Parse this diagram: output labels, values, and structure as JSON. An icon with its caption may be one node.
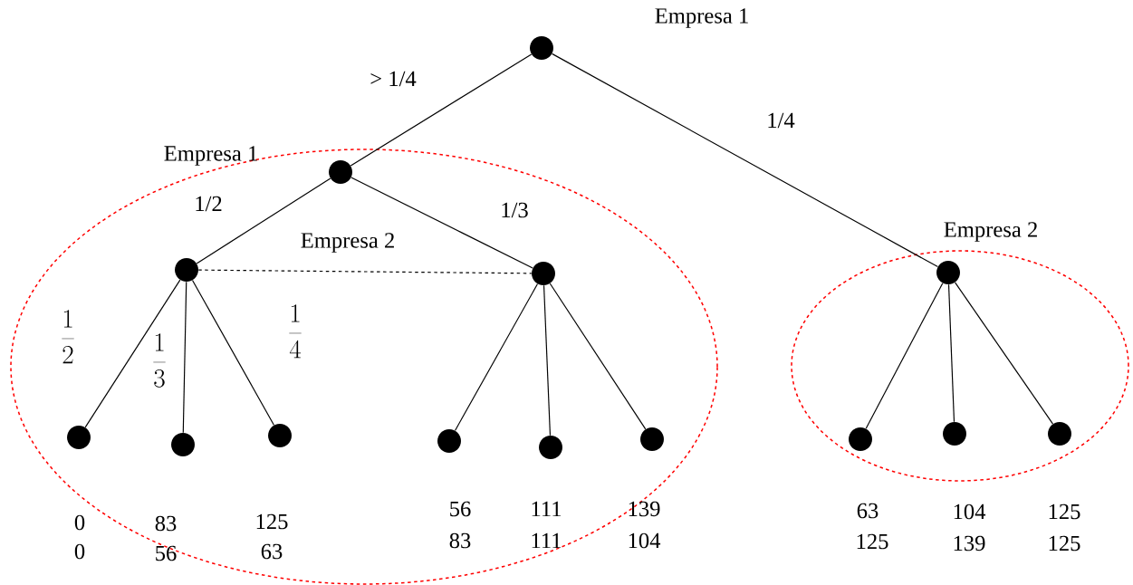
{
  "diagram": {
    "nodes": [
      {
        "text": [],
        "shape": "circle"
      },
      {
        "text": [],
        "shape": "circle",
        "beside": [
          "Empresa 1"
        ]
      },
      {
        "text": [],
        "shape": "circle"
      },
      {
        "text": [],
        "shape": "circle"
      },
      {
        "text": [],
        "shape": "circle",
        "beside": [
          "Empresa 2"
        ]
      },
      {
        "text": [],
        "shape": "circle",
        "beside": [
          "0",
          "0"
        ]
      },
      {
        "text": [],
        "shape": "circle",
        "beside": [
          "83",
          "56"
        ]
      },
      {
        "text": [],
        "shape": "circle",
        "beside": [
          "125",
          "63"
        ]
      },
      {
        "text": [],
        "shape": "circle",
        "beside": [
          "56",
          "83"
        ]
      },
      {
        "text": [],
        "shape": "circle",
        "beside": [
          "111",
          "111"
        ]
      },
      {
        "text": [],
        "shape": "circle",
        "beside": [
          "139",
          "104"
        ]
      },
      {
        "text": [],
        "shape": "circle",
        "beside": [
          "63",
          "125"
        ]
      },
      {
        "text": [],
        "shape": "circle",
        "beside": [
          "104",
          "139"
        ]
      },
      {
        "text": [],
        "shape": "circle",
        "beside": [
          "125",
          "125"
        ]
      }
    ],
    "edges": [
      {
        "from": 0,
        "to": 1,
        "arrow": "none",
        "label": "> 1/4"
      },
      {
        "from": 0,
        "to": 4,
        "arrow": "none",
        "label": "1/4"
      },
      {
        "from": 1,
        "to": 2,
        "arrow": "none",
        "label": "1/2"
      },
      {
        "from": 1,
        "to": 3,
        "arrow": "none",
        "label": "1/3"
      },
      {
        "from": 2,
        "to": 3,
        "arrow": "none",
        "style": "dashed",
        "label": "Empresa 2"
      },
      {
        "from": 2,
        "to": 5,
        "arrow": "none",
        "label": "\\frac{1}{2}"
      },
      {
        "from": 2,
        "to": 6,
        "arrow": "none",
        "label": "\\frac{1}{3}"
      },
      {
        "from": 2,
        "to": 7,
        "arrow": "none",
        "label": "\\frac{1}{4}"
      },
      {
        "from": 3,
        "to": 8,
        "arrow": "none"
      },
      {
        "from": 3,
        "to": 9,
        "arrow": "none"
      },
      {
        "from": 3,
        "to": 10,
        "arrow": "none"
      },
      {
        "from": 4,
        "to": 11,
        "arrow": "none"
      },
      {
        "from": 4,
        "to": 12,
        "arrow": "none"
      },
      {
        "from": 4,
        "to": 13,
        "arrow": "none"
      }
    ],
    "labels": [
      "Empresa 1"
    ]
  }
}
